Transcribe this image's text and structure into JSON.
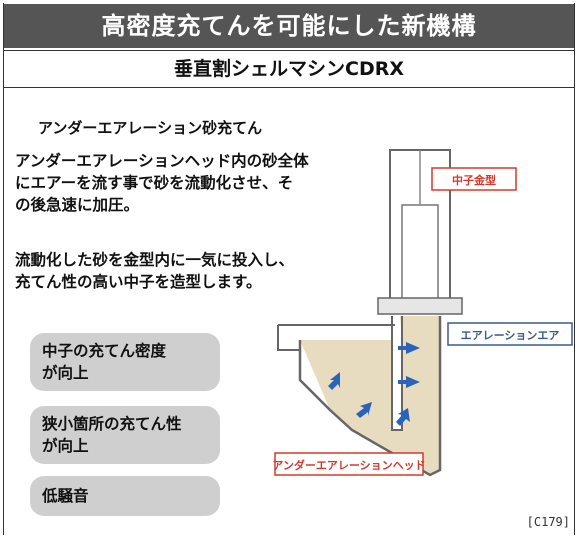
{
  "header": {
    "title": "高密度充てんを可能にした新機構"
  },
  "subheader": {
    "title": "垂直割シェルマシンCDRX"
  },
  "section": {
    "heading": "アンダーエアレーション砂充てん",
    "paragraph1": "アンダーエアレーションヘッド内の砂全体\nにエアーを流す事で砂を流動化させ、そ\nの後急速に加圧。",
    "paragraph2": "流動化した砂を金型内に一気に投入し、\n充てん性の高い中子を造型します。"
  },
  "benefits": [
    {
      "label": "中子の充てん密度\nが向上"
    },
    {
      "label": "狭小箇所の充てん性\nが向上"
    },
    {
      "label": "低騒音"
    }
  ],
  "diagram": {
    "labels": {
      "core_mold": "中子金型",
      "aeration_air": "エアレーションエア",
      "under_aeration_head": "アンダーエアレーションヘッド"
    },
    "colors": {
      "callout_red": "#d23a2c",
      "callout_blue": "#3a5a8a",
      "arrow_blue": "#2a64b8",
      "sand": "#e8dcc0"
    }
  },
  "footer": {
    "code": "[C179]"
  }
}
